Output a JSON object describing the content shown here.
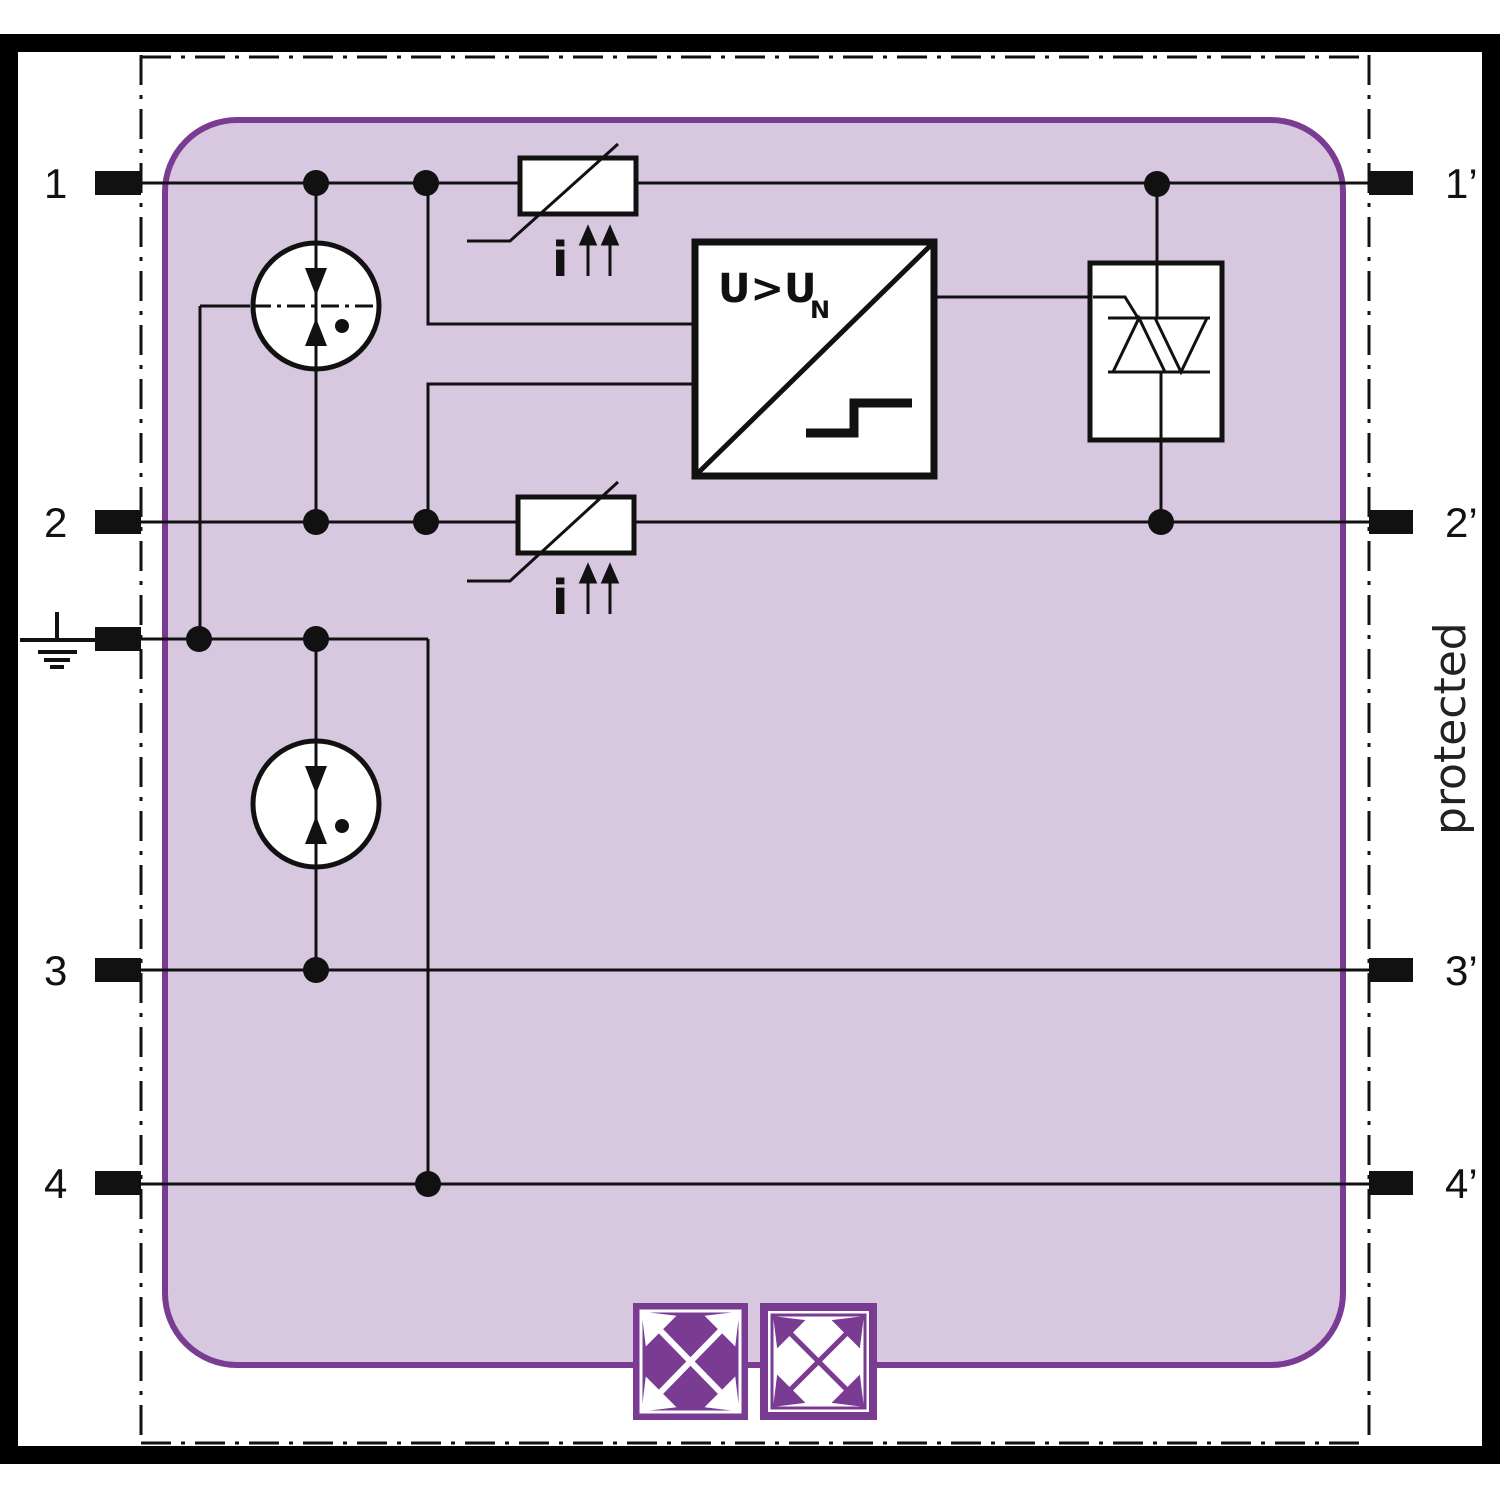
{
  "terminals_in": [
    "1",
    "2",
    "3",
    "4"
  ],
  "terminals_out": [
    "1’",
    "2’",
    "3’",
    "4’"
  ],
  "side_label": "protected",
  "varistor_label": "i",
  "comparator_label": "U>U",
  "comparator_subscript": "N",
  "colors": {
    "frame": "#000000",
    "module_fill": "#d7c8e0",
    "module_border": "#7a3b93",
    "accent_purple": "#7a3b93",
    "wire": "#111111"
  },
  "icons": [
    "ground-icon",
    "gas-discharge-tube-icon",
    "varistor-icon",
    "comparator-icon",
    "thyristor-icon",
    "module-indicator-icon"
  ]
}
